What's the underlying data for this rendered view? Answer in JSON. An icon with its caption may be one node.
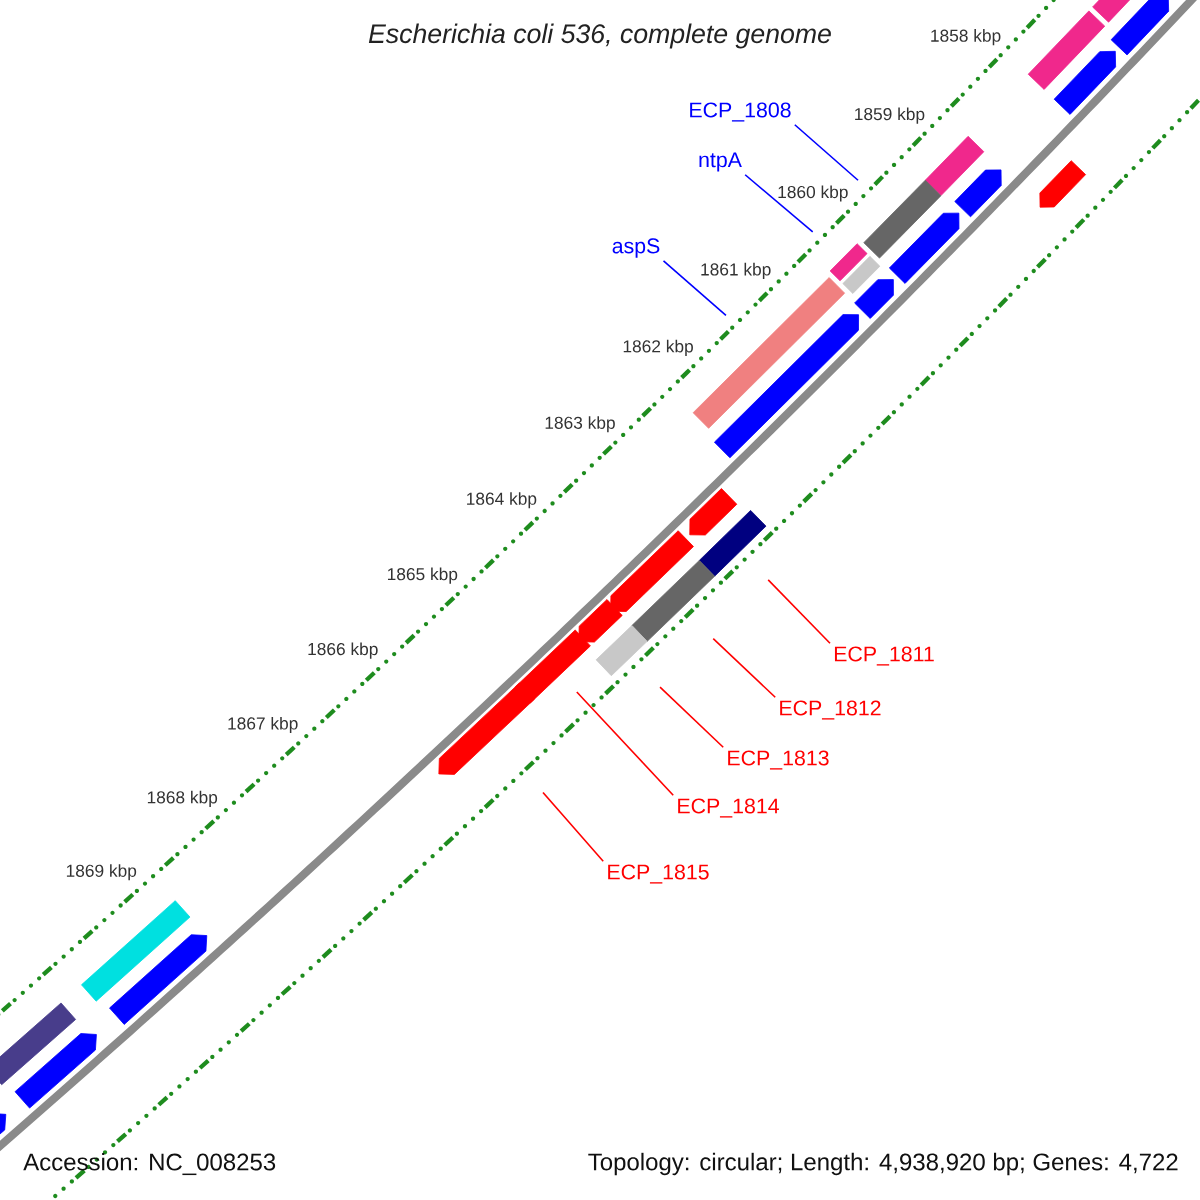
{
  "diagram": {
    "title": "Escherichia coli 536, complete genome",
    "nodes": [
      {
        "text": [
          "ECP_1808"
        ]
      },
      {
        "text": [
          "ntpA"
        ]
      },
      {
        "text": [
          "aspS"
        ]
      },
      {
        "text": [
          "ECP_1811"
        ]
      },
      {
        "text": [
          "ECP_1812"
        ]
      },
      {
        "text": [
          "ECP_1813"
        ]
      },
      {
        "text": [
          "ECP_1814"
        ]
      },
      {
        "text": [
          "ECP_1815"
        ]
      },
      {
        "text": [],
        "shape": "pentagon"
      },
      {
        "text": [],
        "shape": "box"
      },
      {
        "text": [],
        "shape": "box"
      },
      {
        "text": [],
        "shape": "pentagon"
      },
      {
        "text": [],
        "shape": "pentagon"
      },
      {
        "text": [],
        "shape": "box"
      },
      {
        "text": [],
        "shape": "pentagon"
      },
      {
        "text": [],
        "shape": "box"
      },
      {
        "text": [],
        "shape": "pentagon"
      },
      {
        "text": [],
        "shape": "box"
      },
      {
        "text": [],
        "shape": "box"
      },
      {
        "text": [],
        "shape": "pentagon"
      },
      {
        "text": [],
        "shape": "box"
      },
      {
        "text": [],
        "shape": "pentagon"
      },
      {
        "text": [],
        "shape": "pentagon"
      },
      {
        "text": [],
        "shape": "box"
      },
      {
        "text": [],
        "shape": "pentagon"
      },
      {
        "text": [],
        "shape": "box"
      },
      {
        "text": [],
        "shape": "pentagon"
      },
      {
        "text": [],
        "shape": "box"
      },
      {
        "text": [],
        "shape": "pentagon"
      },
      {
        "text": [],
        "shape": "pentagon"
      },
      {
        "text": [],
        "shape": "box"
      },
      {
        "text": [],
        "shape": "pentagon"
      },
      {
        "text": [],
        "shape": "box"
      },
      {
        "text": [],
        "shape": "pentagon"
      },
      {
        "text": [],
        "shape": "pentagon"
      }
    ],
    "edges": [
      {
        "from": 0,
        "to": 15,
        "arrow": "none",
        "color": "#0000ff"
      },
      {
        "from": 1,
        "to": 17,
        "arrow": "none",
        "color": "#0000ff"
      },
      {
        "from": 2,
        "to": 20,
        "arrow": "none",
        "color": "#0000ff"
      },
      {
        "from": 3,
        "to": 23,
        "arrow": "none"
      },
      {
        "from": 4,
        "to": 25,
        "arrow": "none"
      },
      {
        "from": 5,
        "to": 27,
        "arrow": "none"
      },
      {
        "from": 6,
        "to": 28,
        "arrow": "none"
      },
      {
        "from": 7,
        "to": 29,
        "arrow": "none"
      }
    ],
    "labels": [
      "1858 kbp",
      "1859 kbp",
      "1860 kbp",
      "1861 kbp",
      "1862 kbp",
      "1863 kbp",
      "1864 kbp",
      "1865 kbp",
      "1866 kbp",
      "1867 kbp",
      "1868 kbp",
      "1869 kbp",
      "Accession: NC_008253",
      "Topology: circular; Length: 4,938,920 bp; Genes: 4,722"
    ]
  }
}
